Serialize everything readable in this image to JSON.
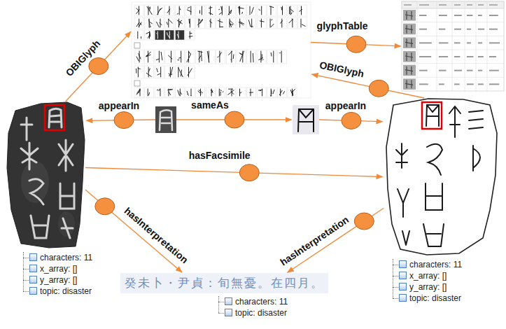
{
  "diagram": {
    "nodes": [
      {
        "text": [
          "characters: 11",
          "x_array: []",
          "y_array: []",
          "topic: disaster"
        ]
      },
      {
        "text": []
      },
      {
        "text": []
      },
      {
        "text": []
      },
      {
        "text": []
      },
      {
        "text": [
          "characters: 11",
          "x_array: []",
          "y_array: []",
          "topic: disaster"
        ]
      },
      {
        "text": [
          "癸未卜・尹貞：旬無憂。在四月。",
          "characters: 11",
          "topic: disaster"
        ]
      }
    ],
    "edges": [
      {
        "from": 0,
        "to": 1,
        "arrow": "to",
        "label": "OBIGlyph"
      },
      {
        "from": 1,
        "to": 2,
        "arrow": "to",
        "label": "glyphTable"
      },
      {
        "from": 5,
        "to": 1,
        "arrow": "to",
        "label": "OBIGlyph"
      },
      {
        "from": 3,
        "to": 0,
        "arrow": "to",
        "label": "appearIn"
      },
      {
        "from": 3,
        "to": 4,
        "arrow": "to",
        "label": "sameAs"
      },
      {
        "from": 4,
        "to": 5,
        "arrow": "to",
        "label": "appearIn"
      },
      {
        "from": 0,
        "to": 5,
        "arrow": "to",
        "label": "hasFacsimile"
      },
      {
        "from": 0,
        "to": 6,
        "arrow": "to",
        "label": "hasInterpretation"
      },
      {
        "from": 5,
        "to": 6,
        "arrow": "to",
        "label": "hasInterpretation"
      }
    ]
  }
}
